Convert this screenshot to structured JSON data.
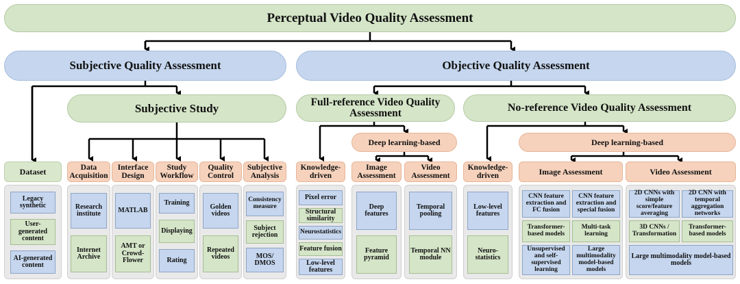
{
  "root": "Perceptual Video Quality Assessment",
  "subjective": {
    "title": "Subjective Quality Assessment",
    "study": "Subjective Study",
    "dataset": "Dataset",
    "dataset_items": [
      "Legacy synthetic",
      "User-generated content",
      "AI-generated content"
    ],
    "categories": [
      {
        "label": "Data Acquisition",
        "items": [
          "Research institute",
          "Internet Archive"
        ]
      },
      {
        "label": "Interface Design",
        "items": [
          "MATLAB",
          "AMT or Crowd-Flower"
        ]
      },
      {
        "label": "Study Workflow",
        "items": [
          "Training",
          "Displaying",
          "Rating"
        ]
      },
      {
        "label": "Quality Control",
        "items": [
          "Golden videos",
          "Repeated videos"
        ]
      },
      {
        "label": "Subjective Analysis",
        "items": [
          "Consistency measure",
          "Subject rejection",
          "MOS/ DMOS"
        ]
      }
    ]
  },
  "objective": {
    "title": "Objective Quality Assessment",
    "fr": {
      "title": "Full-reference Video Quality Assessment",
      "knowledge": "Knowledge-driven",
      "knowledge_items": [
        "Pixel error",
        "Structural similarity",
        "Neurostatistics",
        "Feature fusion",
        "Low-level features"
      ],
      "dl": "Deep learning-based",
      "image": "Image Assessment",
      "image_items": [
        "Deep features",
        "Feature pyramid"
      ],
      "video": "Video Assessment",
      "video_items": [
        "Temporal pooling",
        "Temporal NN module"
      ]
    },
    "nr": {
      "title": "No-reference Video Quality Assessment",
      "knowledge": "Knowledge-driven",
      "knowledge_items": [
        "Low-level features",
        "Neuro-statistics"
      ],
      "dl": "Deep learning-based",
      "image": "Image Assessment",
      "image_items": [
        "CNN feature extraction and FC fusion",
        "CNN feature extraction and special fusion",
        "Transformer-based models",
        "Multi-task learning",
        "Unsupervised and self-supervised learning",
        "Large multimodality model-based models"
      ],
      "video": "Video Assessment",
      "video_items": [
        "2D CNNs with simple score/feature averaging",
        "2D CNN with temporal aggregation networks",
        "3D CNNs / Transformation",
        "Transformer-based models",
        "Large multimodality model-based models"
      ]
    }
  },
  "colors": {
    "green": "#d5e5c8",
    "blue": "#c5d6ee",
    "peach": "#f6d2bc",
    "panel": "#e9e9e9"
  }
}
